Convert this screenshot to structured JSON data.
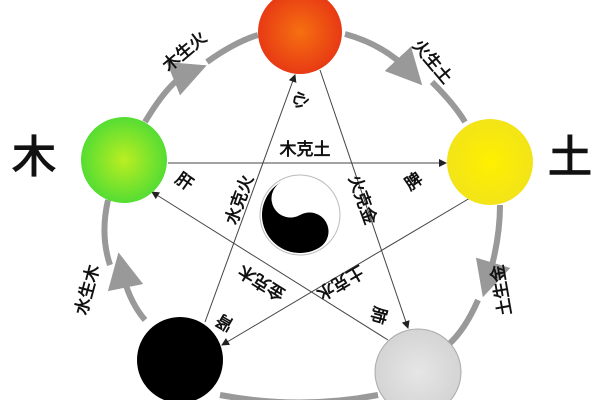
{
  "elements": {
    "wood": {
      "label": "木",
      "color": "#66dd22"
    },
    "fire": {
      "color": "#ee4411"
    },
    "earth": {
      "label": "土",
      "color": "#f5ee10"
    },
    "metal": {
      "color": "#dddddd"
    },
    "water": {
      "color": "#000000"
    }
  },
  "generating": {
    "wood_fire": "木生火",
    "fire_earth": "火生土",
    "earth_metal": "土生金",
    "water_wood": "水生木"
  },
  "controlling": {
    "wood_earth": "木克土",
    "water_fire": "水克火",
    "fire_metal": "火克金",
    "metal_wood": "金克木",
    "earth_water": "土克水"
  },
  "organs": {
    "heart": "心",
    "liver": "肝",
    "spleen": "脾",
    "kidney": "肾",
    "lung": "肺"
  }
}
